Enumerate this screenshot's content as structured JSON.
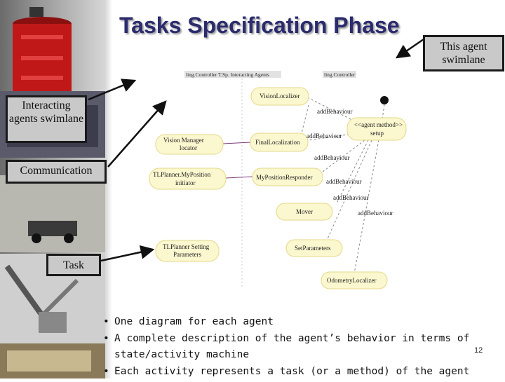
{
  "slide": {
    "title": "Tasks Specification Phase",
    "page_number": "12"
  },
  "callouts": {
    "this_agent_swimlane": "This agent swimlane",
    "interacting_agents_swimlane": "Interacting agents swimlane",
    "communication": "Communication",
    "task": "Task"
  },
  "diagram": {
    "swimlane_headers": [
      "ling.Controller T.Sp. Interacting Agents",
      "ling.Controller"
    ],
    "activities": {
      "vision_localizer": "VisionLocalizer",
      "agent_setup_line1": "<<agent method>>",
      "agent_setup_line2": "setup",
      "vision_manager_line1": "Vision Manager",
      "vision_manager_line2": "locator",
      "final_localization": "FinalLocalization",
      "tlplanner_line1": "TLPlanner.MyPosition",
      "tlplanner_line2": "initiator",
      "myposition_responder": "MyPositionResponder",
      "mover": "Mover",
      "tlplanner_setting_line1": "TLPlanner Setting",
      "tlplanner_setting_line2": "Parameters",
      "set_parameters": "SetParameters",
      "odometry_localizer": "OdometryLocalizer"
    },
    "edge_labels": [
      "addBehaviour",
      "addBehaviour",
      "addBehaviour",
      "addBehaviour",
      "addBehaviour",
      "addBehaviour"
    ]
  },
  "bullets": [
    "One diagram for each agent",
    "A complete description of the agent’s behavior in terms of state/activity machine",
    "Each activity represents a task (or a method) of the agent"
  ],
  "colors": {
    "title": "#2b2b6e",
    "callout_fill": "#c9c9c9",
    "activity_fill": "#fbf7cf",
    "communication_line": "#7a3b7a"
  }
}
